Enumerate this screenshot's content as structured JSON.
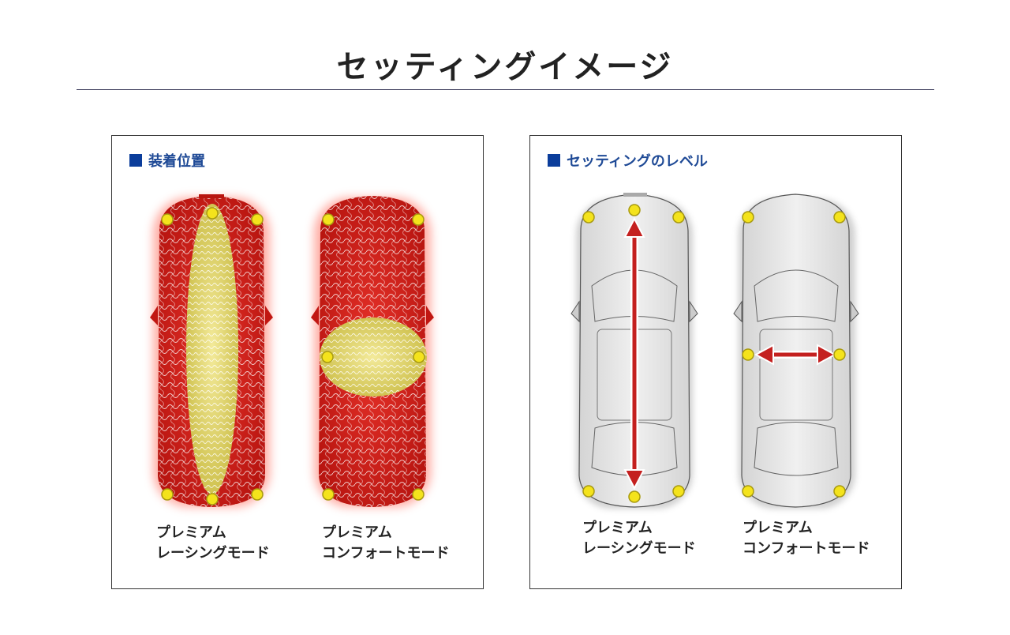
{
  "title": "セッティングイメージ",
  "left_panel": {
    "heading": "装着位置",
    "cars": [
      {
        "line1": "プレミアム",
        "line2": "レーシングモード"
      },
      {
        "line1": "プレミアム",
        "line2": "コンフォートモード"
      }
    ]
  },
  "right_panel": {
    "heading": "セッティングのレベル",
    "cars": [
      {
        "line1": "プレミアム",
        "line2": "レーシングモード"
      },
      {
        "line1": "プレミアム",
        "line2": "コンフォートモード"
      }
    ]
  },
  "colors": {
    "heading_square": "#0b3d9b",
    "heading_text": "#1f4a96",
    "car_red": "#d7261f",
    "car_silver": "#e6e6e6",
    "sensor_dot": "#f4e31c",
    "arrow": "#c4201f"
  }
}
